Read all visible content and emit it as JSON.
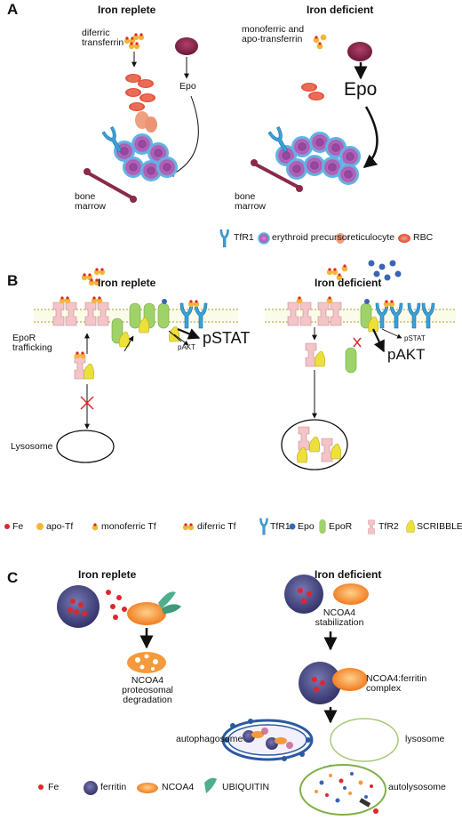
{
  "panel_a": {
    "letter": "A",
    "left_title": "Iron replete",
    "right_title": "Iron deficient",
    "diferric_label": "diferric transferrin",
    "mono_apo_label": "monoferric and apo-transferrin",
    "epo_small": "Epo",
    "epo_big": "Epo",
    "bone_marrow_left": "bone marrow",
    "bone_marrow_right": "bone marrow",
    "legend": {
      "tfr1": "TfR1",
      "erythroid": "erythroid precursor",
      "reticulocyte": "reticulocyte",
      "rbc": "RBC"
    }
  },
  "panel_b": {
    "letter": "B",
    "left_title": "Iron replete",
    "right_title": "Iron deficient",
    "epor_trafficking": "EpoR trafficking",
    "lysosome": "Lysosome",
    "pstat_big": "pSTAT",
    "pakt_small": "pAKT",
    "pstat_small": "pSTAT",
    "pakt_big": "pAKT",
    "legend": {
      "fe": "Fe",
      "apo_tf": "apo-Tf",
      "mono_tf": "monoferric Tf",
      "diferric_tf": "diferric Tf",
      "tfr1": "TfR1",
      "epo": "Epo",
      "epor": "EpoR",
      "tfr2": "TfR2",
      "scribble": "SCRIBBLE"
    }
  },
  "panel_c": {
    "letter": "C",
    "left_title": "Iron replete",
    "right_title": "Iron deficient",
    "proteosomal": "NCOA4 proteosomal degradation",
    "stabilization": "NCOA4 stabilization",
    "complex": "NCOA4:ferritin complex",
    "autophagosome": "autophagosome",
    "lysosome": "lysosome",
    "autolysosome": "autolysosome",
    "legend": {
      "fe": "Fe",
      "ferritin": "ferritin",
      "ncoa4": "NCOA4",
      "ubiquitin": "UBIQUITIN"
    }
  },
  "colors": {
    "rbc": "#e8604c",
    "reticulocyte": "#f0a080",
    "erythroid": "#a85bb0",
    "tfr1": "#3aa0d8",
    "epor": "#9fd36a",
    "tfr2": "#f3c4c8",
    "scribble": "#ece03a",
    "ferritin": "#4a4a86",
    "ncoa4": "#f59a3c",
    "ubiquitin": "#4eae8e",
    "fe": "#e0262a",
    "epo": "#3c64b4",
    "tf": "#f1b73a",
    "bone": "#8a2a4a"
  }
}
